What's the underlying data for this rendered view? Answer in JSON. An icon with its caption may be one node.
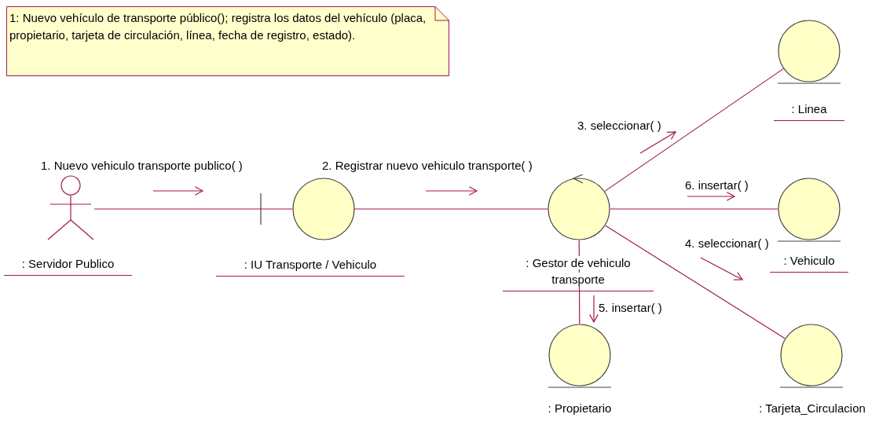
{
  "diagram": {
    "nodes": [
      {
        "text": [
          "1: Nuevo vehículo de transporte público(); registra los datos del vehículo (placa, propietario, tarjeta de circulación, línea, fecha de registro, estado)."
        ]
      },
      {
        "text": [
          ": Servidor Publico"
        ]
      },
      {
        "text": [
          ": IU Transporte / Vehiculo"
        ]
      },
      {
        "text": [
          ": Gestor de vehiculo transporte"
        ]
      },
      {
        "text": [
          ": Linea"
        ]
      },
      {
        "text": [
          ": Vehiculo"
        ]
      },
      {
        "text": [
          ": Propietario"
        ]
      },
      {
        "text": [
          ": Tarjeta_Circulacion"
        ]
      }
    ],
    "edges": [
      {
        "from": 1,
        "to": 2,
        "arrow": "none",
        "label": "1. Nuevo vehiculo transporte publico( )"
      },
      {
        "from": 2,
        "to": 3,
        "arrow": "none",
        "label": "2. Registrar nuevo vehiculo transporte( )"
      },
      {
        "from": 3,
        "to": 4,
        "arrow": "none",
        "label": "3. seleccionar( )"
      },
      {
        "from": 3,
        "to": 5,
        "arrow": "none",
        "label": "6. insertar( )"
      },
      {
        "from": 3,
        "to": 7,
        "arrow": "none",
        "label": "4. seleccionar( )"
      },
      {
        "from": 3,
        "to": 6,
        "arrow": "none",
        "label": "5. insertar( )"
      }
    ]
  }
}
